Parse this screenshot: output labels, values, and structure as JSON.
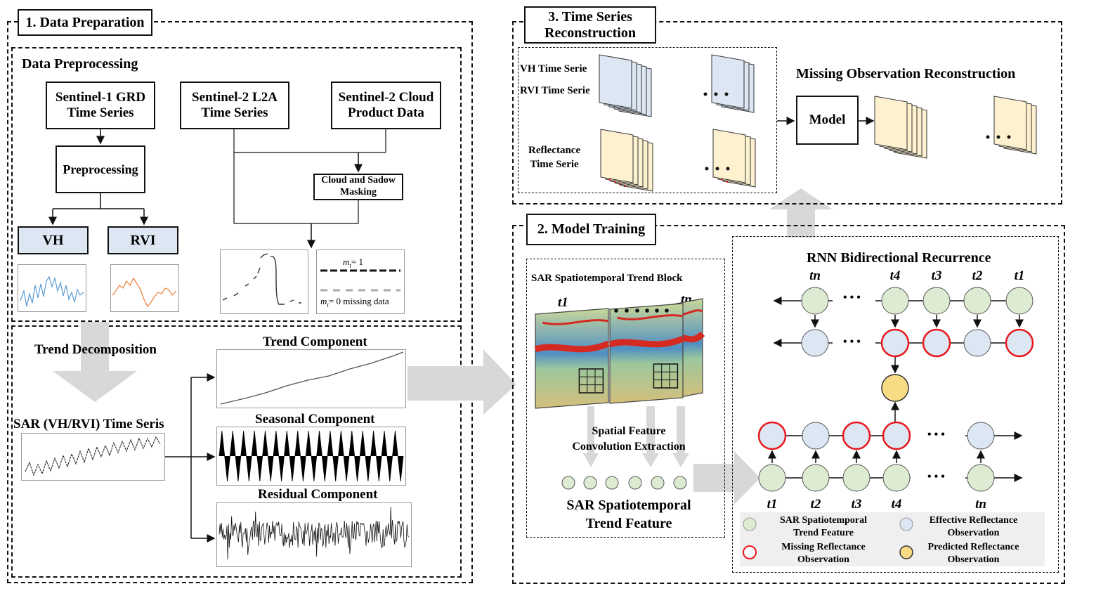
{
  "section1": {
    "title": "1. Data Preparation",
    "preprocessing": {
      "title": "Data Preprocessing",
      "s1_grd": [
        "Sentinel-1 GRD",
        "Time Series"
      ],
      "s2_l2a": [
        "Sentinel-2 L2A",
        "Time Series"
      ],
      "s2_cloud": [
        "Sentinel-2 Cloud",
        "Product Data"
      ],
      "preprocessing_box": "Preprocessing",
      "cloud_mask": [
        "Cloud and Sadow",
        "Masking"
      ],
      "vh": "VH",
      "rvi": "RVI",
      "mask_one": "m",
      "mask_one_sub": "t",
      "mask_one_eq": "= 1",
      "mask_zero": "m",
      "mask_zero_sub": "t",
      "mask_zero_eq": "= 0  missing data"
    },
    "decomposition": {
      "title": "Trend Decomposition",
      "sar_series": "SAR (VH/RVI) Time Seris",
      "trend": "Trend Component",
      "seasonal": "Seasonal Component",
      "residual": "Residual Component"
    }
  },
  "section2": {
    "title": "2. Model Training",
    "block_title": "SAR Spatiotemporal Trend Block",
    "t1": "t1",
    "tn": "tn",
    "spatial_feature": [
      "Spatial Feature",
      "Convolution Extraction"
    ],
    "trend_feature": [
      "SAR Spatiotemporal",
      "Trend Feature"
    ],
    "rnn_title": "RNN Bidirectional Recurrence",
    "top_times": [
      "tn",
      "t4",
      "t3",
      "t2",
      "t1"
    ],
    "bottom_times": [
      "t1",
      "t2",
      "t3",
      "t4",
      "tn"
    ],
    "ellipsis": "• • •",
    "legend": {
      "sar_feature": [
        "SAR Spatiotemporal",
        "Trend Feature"
      ],
      "effective": [
        "Effective Reflectance",
        "Observation"
      ],
      "missing": [
        "Missing Reflectance",
        "Observation"
      ],
      "predicted": [
        "Predicted Reflectance",
        "Observation"
      ]
    }
  },
  "section3": {
    "title": [
      "3. Time Series",
      "Reconstruction"
    ],
    "vh_series": "VH Time Serie",
    "rvi_series": "RVI Time Serie",
    "refl_series": [
      "Reflectance",
      "Time Serie"
    ],
    "missing_obs": "Missing Observation Reconstruction",
    "model": "Model"
  },
  "colors": {
    "node_green": "#dcebd2",
    "node_blue": "#dce7f3",
    "node_yellow": "#f8dc85",
    "missing_ring": "#e8181e",
    "img_blue": "#dce7f3",
    "img_beige": "#fdf1cf",
    "big_arrow": "#d8d8d8",
    "vh_line": "#5b9bd5",
    "rvi_line": "#ed7d31"
  },
  "icons": [
    "arrow-right-icon",
    "arrow-up-icon",
    "arrow-down-icon"
  ]
}
